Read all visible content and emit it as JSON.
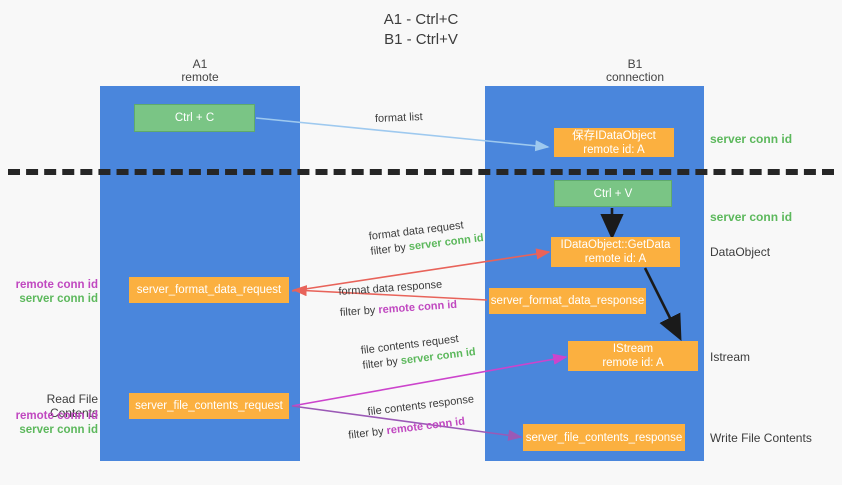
{
  "title": "A1 - Ctrl+C\nB1 - Ctrl+V",
  "columns": [
    {
      "name": "A1",
      "sub": "remote",
      "header": "A1\nremote"
    },
    {
      "name": "B1",
      "sub": "connection",
      "header": "B1\nconnection"
    }
  ],
  "boxes": {
    "ctrl_c": "Ctrl + C",
    "save_dataobject": "保存IDataObject\nremote id: A",
    "ctrl_v": "Ctrl + V",
    "getdata": "IDataObject::GetData\nremote id: A",
    "server_format_data_request": "server_format_data_request",
    "server_format_data_response": "server_format_data_response",
    "istream": "IStream\nremote id: A",
    "server_file_contents_request": "server_file_contents_request",
    "server_file_contents_response": "server_file_contents_response"
  },
  "right_labels": {
    "server_conn_id_top": "server conn id",
    "server_conn_id_mid": "server conn id",
    "dataobject": "DataObject",
    "istream": "Istream",
    "write_file_contents": "Write File Contents"
  },
  "left_labels": {
    "remote_conn_id_1": "remote conn id",
    "server_conn_id_1": "server conn id",
    "read_file_contents": "Read File Contents",
    "remote_conn_id_2": "remote conn id",
    "server_conn_id_2": "server conn id"
  },
  "annotations": {
    "format_list": "format list",
    "format_data_request": "format data request",
    "format_data_request_filter_prefix": "filter by ",
    "format_data_request_filter_value": "server conn id",
    "format_data_response": "format data response",
    "format_data_response_filter_prefix": "filter by ",
    "format_data_response_filter_value": "remote conn id",
    "file_contents_request": "file contents request",
    "file_contents_request_filter_prefix": "filter by ",
    "file_contents_request_filter_value": "server conn id",
    "file_contents_response": "file contents response",
    "file_contents_response_filter_prefix": "filter by ",
    "file_contents_response_filter_value": "remote conn id"
  },
  "colors": {
    "lane": "#4a86dc",
    "box_orange": "#fbb040",
    "box_green": "#7ac585",
    "server_conn_id": "#5cb85c",
    "remote_conn_id": "#c048c0",
    "arrow_light_blue": "#9ec9ef",
    "arrow_red": "#e8635a",
    "arrow_magenta": "#cc44cc",
    "arrow_purple": "#9b59b6",
    "arrow_black": "#1a1a1a",
    "divider": "#262626",
    "background": "#f8f8f8"
  }
}
